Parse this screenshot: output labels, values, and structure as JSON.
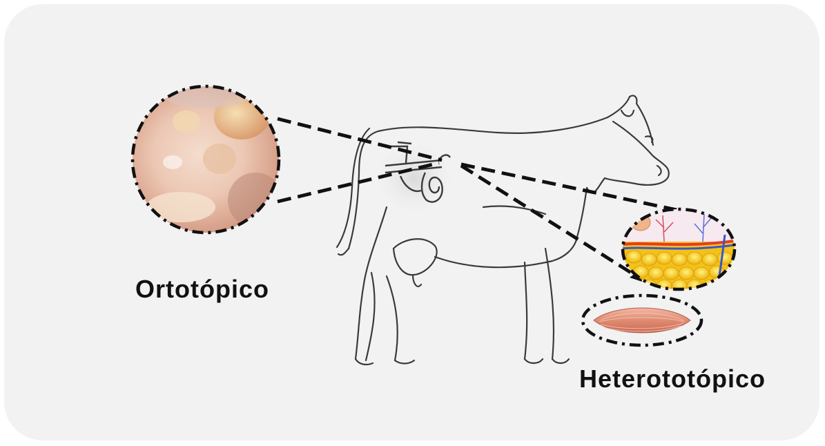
{
  "labels": {
    "orthotopic": "Ortotópico",
    "heterotopic": "Heterototópico"
  },
  "colors": {
    "panel_background": "#f2f2f2",
    "outline": "#333333",
    "ovary_tissue": "#e9c2b0",
    "fat_tissue": "#f5c514",
    "muscle_tissue": "#e0907a"
  },
  "icons": {
    "orthotopic_inset": "ovary-tissue-photo",
    "subcutaneous_inset": "skin-fat-layer-illustration",
    "muscle_inset": "muscle-fiber-illustration",
    "animal": "cow-outline",
    "reproductive_tract": "ovary-oviduct-diagram"
  }
}
